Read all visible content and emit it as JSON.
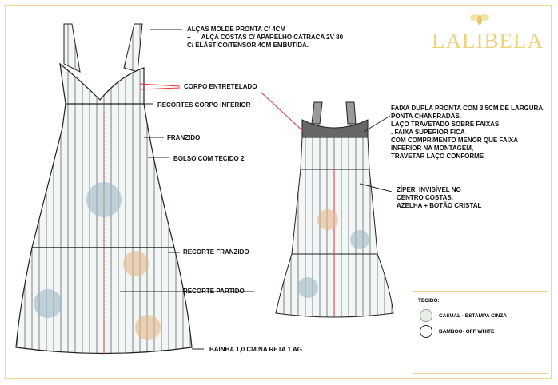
{
  "brand": {
    "name": "LALIBELA",
    "icon": "bee-icon",
    "color": "#efd27a"
  },
  "front_notes": {
    "straps": "ALÇAS MOLDE PRONTA C/ 4CM\n+      ALÇA COSTAS C/ APARELHO CATRACA 2V 80\nC/ ELÁSTICO/TENSOR 4CM EMBUTIDA.",
    "bodice": "CORPO ENTRETELADO",
    "lower_seams": "RECORTES CORPO INFERIOR",
    "gathered": "FRANZIDO",
    "pocket": "BOLSO COM TECIDO 2",
    "gathered_seam": "RECORTE FRANZIDO",
    "split_seam": "RECORTE PARTIDO",
    "hem": "BAINHA 1,0 CM NA RETA 1 AG"
  },
  "back_notes": {
    "band": "FAIXA DUPLA PRONTA COM 3,5CM DE LARGURA.\nPONTA CHANFRADAS.\nLAÇO TRAVETADO SOBRE FAIXAS\n. FAIXA SUPERIOR FICA\nCOM COMPRIMENTO MENOR QUE FAIXA\nINFERIOR NA MONTAGEM,\nTRAVETAR LAÇO CONFORME",
    "zipper": "ZÍPER  INVISÍVEL NO\nCENTRO COSTAS,\nAZELHA + BOTÃO CRISTAL"
  },
  "legend": {
    "title": "TECIDO:",
    "items": [
      {
        "label": "CASUAL - ESTAMPA CINZA",
        "swatch": "#e8efe8"
      },
      {
        "label": "BAMBOO- OFF WHITE",
        "swatch": "#ffffff"
      }
    ]
  },
  "colors": {
    "frame": "#f2d98a",
    "accent_red": "#e03030"
  }
}
